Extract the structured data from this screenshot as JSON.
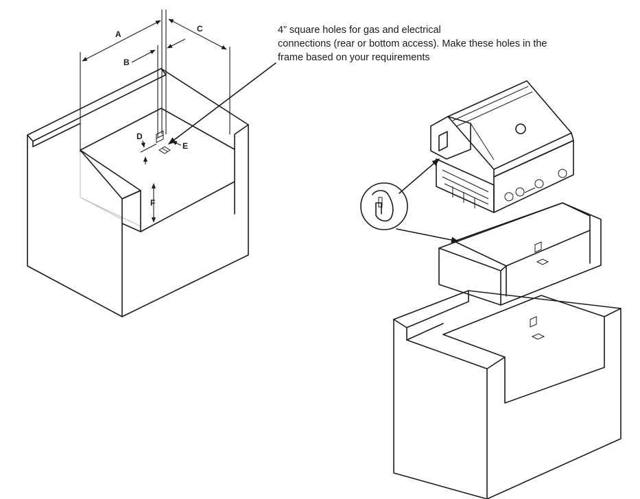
{
  "callout": {
    "lines": [
      "4” square holes for gas and electrical",
      "connections (rear or bottom access).  Make these holes in the",
      "frame based on your requirements"
    ]
  },
  "dimensions": {
    "a": "A",
    "b": "B",
    "c": "C",
    "d": "D",
    "e": "E",
    "f": "F"
  },
  "colors": {
    "line": "#1a1a1a",
    "ghost": "#bdbdbd",
    "background": "#ffffff"
  }
}
